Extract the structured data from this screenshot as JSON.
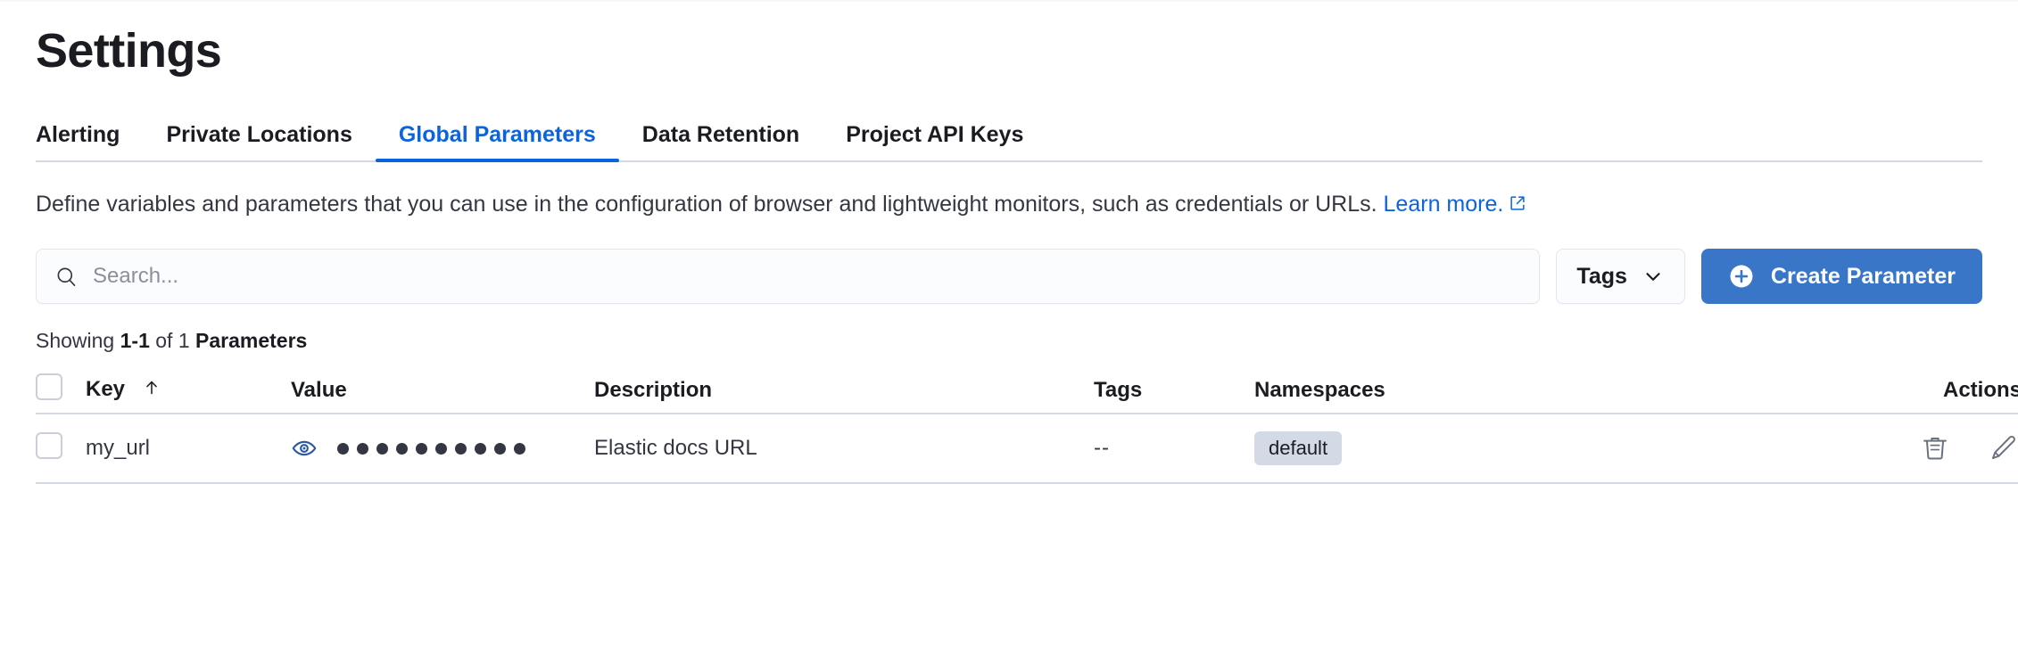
{
  "header": {
    "title": "Settings"
  },
  "tabs": [
    {
      "label": "Alerting",
      "active": false,
      "name": "tab-alerting"
    },
    {
      "label": "Private Locations",
      "active": false,
      "name": "tab-private-locations"
    },
    {
      "label": "Global Parameters",
      "active": true,
      "name": "tab-global-parameters"
    },
    {
      "label": "Data Retention",
      "active": false,
      "name": "tab-data-retention"
    },
    {
      "label": "Project API Keys",
      "active": false,
      "name": "tab-project-api-keys"
    }
  ],
  "description": {
    "text": "Define variables and parameters that you can use in the configuration of browser and lightweight monitors, such as credentials or URLs. ",
    "link_text": "Learn more.",
    "link_icon": "external-link-icon"
  },
  "controls": {
    "search_placeholder": "Search...",
    "search_value": "",
    "search_icon": "search-icon",
    "tags_label": "Tags",
    "tags_chevron_icon": "chevron-down-icon",
    "create_label": "Create Parameter",
    "create_icon": "plus-circle-icon"
  },
  "showing": {
    "prefix": "Showing ",
    "range": "1-1",
    "middle": " of 1 ",
    "entity": "Parameters"
  },
  "table": {
    "columns": [
      {
        "label": "",
        "name": "select-all-checkbox-column"
      },
      {
        "label": "Key",
        "name": "column-key",
        "sort_icon": "sort-ascending-arrow-icon"
      },
      {
        "label": "Value",
        "name": "column-value"
      },
      {
        "label": "Description",
        "name": "column-description"
      },
      {
        "label": "Tags",
        "name": "column-tags"
      },
      {
        "label": "Namespaces",
        "name": "column-namespaces"
      },
      {
        "label": "Actions",
        "name": "column-actions"
      }
    ],
    "rows": [
      {
        "key": "my_url",
        "value_masked_dots": 10,
        "value_reveal_icon": "eye-icon",
        "description": "Elastic docs URL",
        "tags": "--",
        "namespace": "default",
        "actions": [
          {
            "icon": "trash-icon",
            "name": "delete-parameter-button"
          },
          {
            "icon": "pencil-icon",
            "name": "edit-parameter-button"
          }
        ]
      }
    ]
  },
  "colors": {
    "accent_blue": "#0b64dd",
    "button_blue": "#3a76c8",
    "eye_blue": "#2a5a9e",
    "border": "#d3dae6",
    "badge_bg": "#d3dae6",
    "text": "#343741"
  }
}
